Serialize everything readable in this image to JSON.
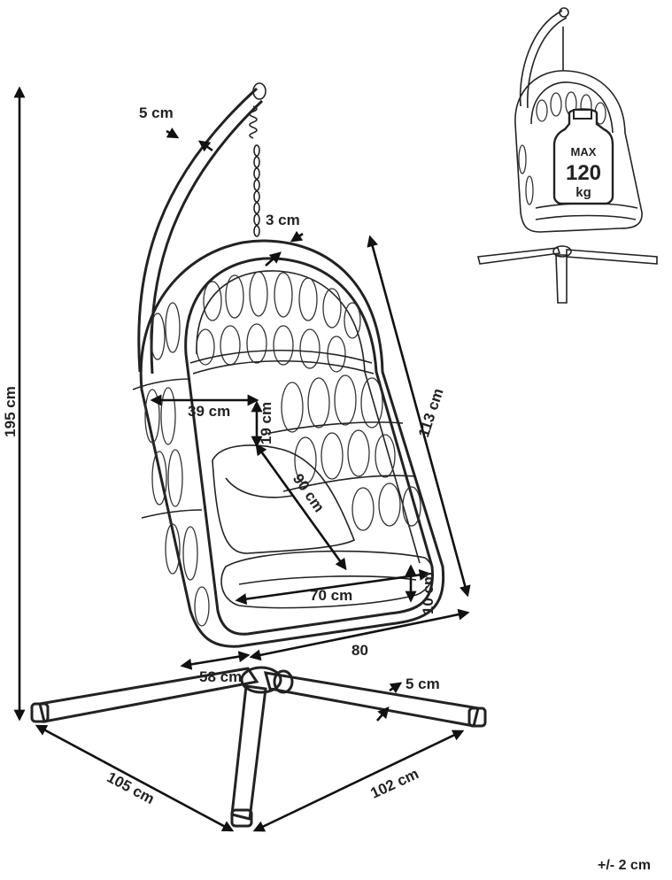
{
  "dimensions": {
    "total_height": "195 cm",
    "pole_diameter": "5 cm",
    "frame_tube": "3 cm",
    "seat_depth": "39 cm",
    "cushion_gap": "19 cm",
    "diagonal": "90 cm",
    "seat_width": "70 cm",
    "cushion_height": "10 cm",
    "basket_height": "113 cm",
    "basket_width": "80",
    "base_tube_width": "58 cm",
    "base_tube_diameter": "5 cm",
    "base_left": "105 cm",
    "base_right": "102 cm",
    "tolerance": "+/- 2 cm"
  },
  "badge": {
    "max": "MAX",
    "value": "120",
    "unit": "kg"
  }
}
